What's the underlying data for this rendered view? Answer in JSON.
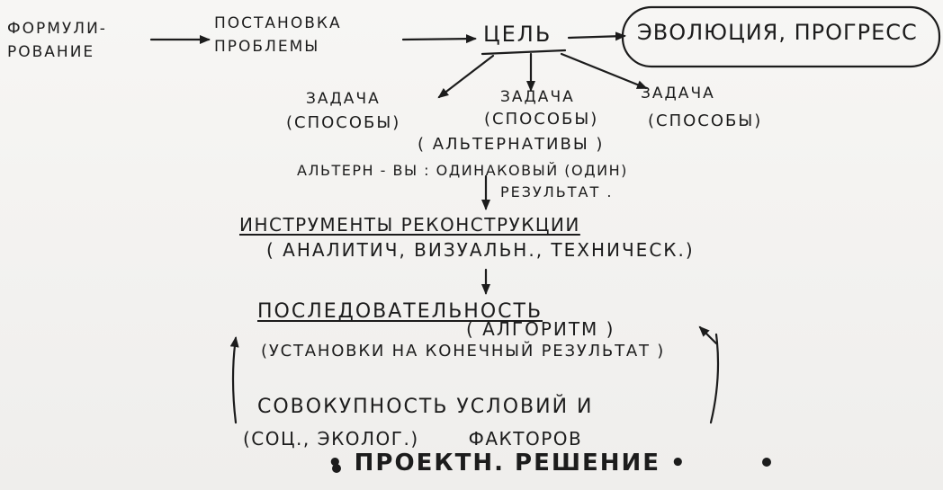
{
  "nodes": {
    "formulation_line1": "ФОРМУЛИ-",
    "formulation_line2": "РОВАНИЕ",
    "problem_line1": "ПОСТАНОВКА",
    "problem_line2": "ПРОБЛЕМЫ",
    "goal": "ЦЕЛЬ",
    "evolution": "ЭВОЛЮЦИЯ, ПРОГРЕСС",
    "task_left": "ЗАДАЧА",
    "task_left_sub": "(СПОСОБЫ)",
    "task_mid": "ЗАДАЧА",
    "task_mid_sub": "(СПОСОБЫ)",
    "task_right": "ЗАДАЧА",
    "task_right_sub": "(СПОСОБЫ)",
    "alternatives": "( АЛЬТЕРНАТИВЫ )",
    "alt_def_line1": "АЛЬТЕРН - ВЫ :  ОДИНАКОВЫЙ (ОДИН)",
    "alt_def_line2": "РЕЗУЛЬТАТ .",
    "tools": "ИНСТРУМЕНТЫ РЕКОНСТРУКЦИИ",
    "tools_sub": "( АНАЛИТИЧ, ВИЗУАЛЬН., ТЕХНИЧЕСК.)",
    "sequence": "ПОСЛЕДОВАТЕЛЬНОСТЬ",
    "algorithm": "( АЛГОРИТМ )",
    "settings": "(УСТАНОВКИ НА КОНЕЧНЫЙ РЕЗУЛЬТАТ )",
    "conditions_line1": "СОВОКУПНОСТЬ  УСЛОВИЙ  И",
    "conditions_line2": "(СОЦ., ЭКОЛОГ.)       ФАКТОРОВ",
    "result": "• ПРОЕКТН. РЕШЕНИЕ •"
  },
  "colors": {
    "ink": "#1c1c1c",
    "paper": "#f4f3f1"
  }
}
